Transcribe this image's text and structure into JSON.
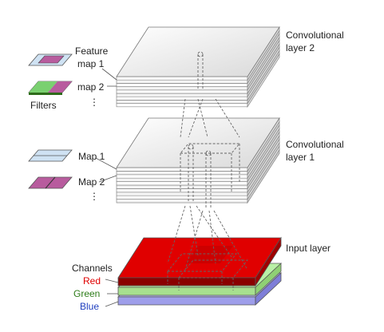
{
  "labels": {
    "conv2_line1": "Convolutional",
    "conv2_line2": "layer 2",
    "conv1_line1": "Convolutional",
    "conv1_line2": "layer 1",
    "input": "Input layer",
    "feature": "Feature",
    "map1": "map 1",
    "map2": "map 2",
    "filters": "Filters",
    "map1_b": "Map 1",
    "map2_b": "Map 2",
    "ellipsis1": "⋮",
    "ellipsis2": "⋮",
    "channels": "Channels",
    "red": "Red",
    "green": "Green",
    "blue": "Blue"
  },
  "colors": {
    "red": "#e00000",
    "green": "#2e7d1a",
    "blue": "#1f3fbf",
    "red_layer": "#e00000",
    "green_layer": "#b9f0a6",
    "blue_layer": "#b8b8f2",
    "filter_pink": "#b85c9e",
    "filter_lightblue": "#cfe2f3"
  }
}
